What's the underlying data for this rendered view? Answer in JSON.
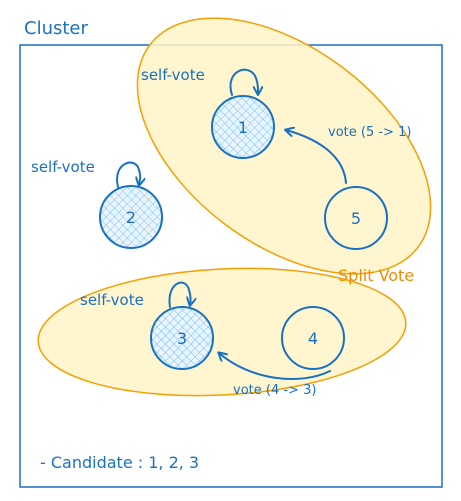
{
  "colors": {
    "stroke_blue": "#1971c2",
    "node_fill_blue": "#a5d8ff",
    "ellipse_stroke_orange": "#f59f00",
    "ellipse_fill": "#ffec99",
    "split_vote_orange": "#f08c00",
    "cluster_border": "#1971c2"
  },
  "diagram": {
    "title": "Cluster",
    "nodes": [
      {
        "id": "1",
        "label": "1",
        "role": "candidate"
      },
      {
        "id": "2",
        "label": "2",
        "role": "candidate"
      },
      {
        "id": "3",
        "label": "3",
        "role": "candidate"
      },
      {
        "id": "4",
        "label": "4",
        "role": "follower"
      },
      {
        "id": "5",
        "label": "5",
        "role": "follower"
      }
    ],
    "self_votes": [
      {
        "node": "1",
        "label": "self-vote"
      },
      {
        "node": "2",
        "label": "self-vote"
      },
      {
        "node": "3",
        "label": "self-vote"
      }
    ],
    "edges": [
      {
        "from": "5",
        "to": "1",
        "label": "vote (5 -> 1)"
      },
      {
        "from": "4",
        "to": "3",
        "label": "vote (4 -> 3)"
      }
    ],
    "split_vote_label": "Split Vote",
    "candidate_note": "- Candidate : 1, 2, 3"
  }
}
